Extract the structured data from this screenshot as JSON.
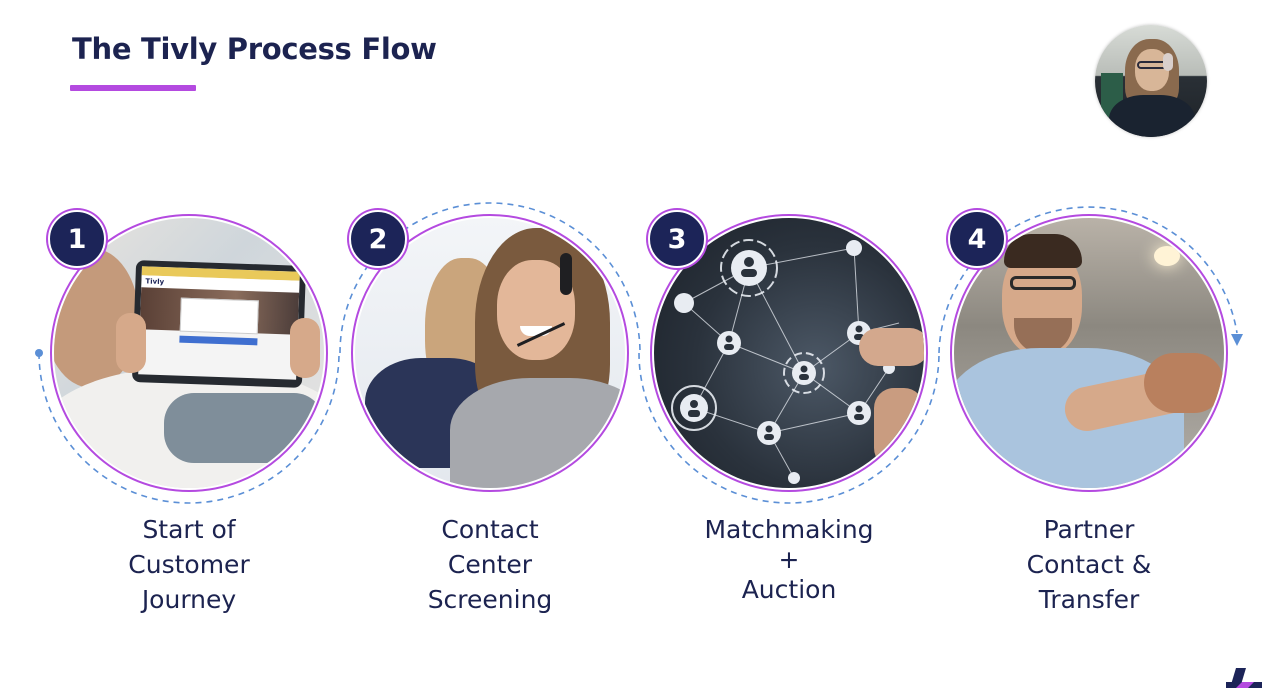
{
  "slide": {
    "title": "The Tivly Process Flow",
    "accent_color": "#b44ae0",
    "title_color": "#1c2350",
    "badge_color": "#1c2458",
    "dashed_color": "#5b8fd6"
  },
  "webcam": {
    "participant": "presenter-video"
  },
  "steps": [
    {
      "number": "1",
      "label_lines": [
        "Start of",
        "Customer",
        "Journey"
      ],
      "image": "person-using-tablet-tivly-website",
      "tablet_brand": "Tivly"
    },
    {
      "number": "2",
      "label_lines": [
        "Contact",
        "Center",
        "Screening"
      ],
      "image": "call-center-agents-with-headsets"
    },
    {
      "number": "3",
      "label_lines": [
        "Matchmaking",
        "+",
        "Auction"
      ],
      "image": "network-of-people-nodes"
    },
    {
      "number": "4",
      "label_lines": [
        "Partner",
        "Contact &",
        "Transfer"
      ],
      "image": "business-handshake"
    }
  ],
  "footer": {
    "logo": "tivly-logo-mark"
  }
}
